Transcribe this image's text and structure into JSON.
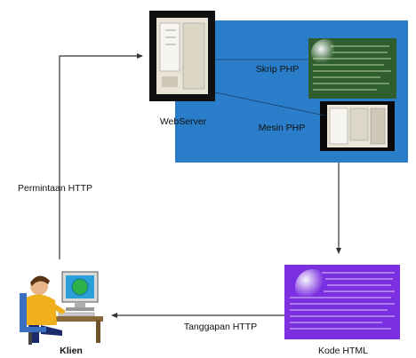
{
  "colors": {
    "server_panel": "#2a7dc8",
    "php_script_bg": "#2f5f2f",
    "php_script_text": "#cfe9b0",
    "html_code_bg": "#7a2fe0",
    "html_code_text": "#f0e4ff",
    "arrow": "#333333"
  },
  "labels": {
    "web_server": "WebServer",
    "php_script": "Skrip PHP",
    "php_engine": "Mesin PHP",
    "http_request": "Permintaan HTTP",
    "http_response": "Tanggapan HTTP",
    "client": "Klien",
    "html_code": "Kode HTML"
  },
  "icons": {
    "web_server": "server-tower-icon",
    "php_script": "code-screen-icon",
    "php_engine": "server-open-icon",
    "html_code": "code-screen-icon",
    "client": "person-at-computer-icon"
  }
}
